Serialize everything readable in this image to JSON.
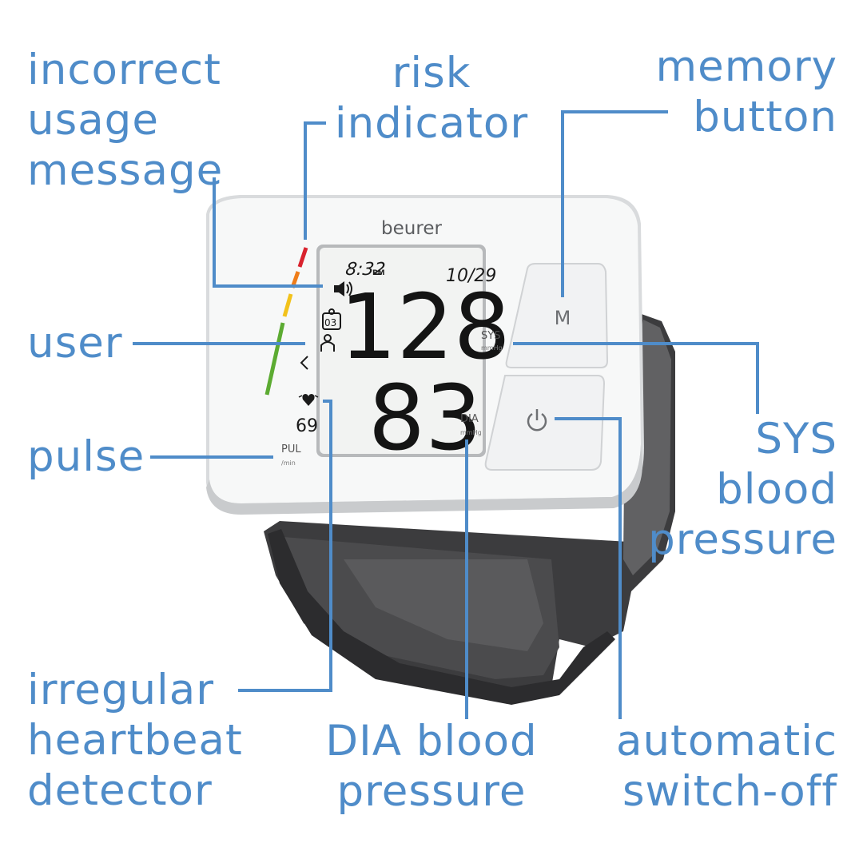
{
  "labels": {
    "incorrect_usage": [
      "incorrect",
      "usage",
      "message"
    ],
    "risk_indicator": [
      "risk",
      "indicator"
    ],
    "memory_button": [
      "memory",
      "button"
    ],
    "user": [
      "user"
    ],
    "pulse": [
      "pulse"
    ],
    "sys_blood_pressure": [
      "SYS",
      "blood",
      "pressure"
    ],
    "irregular_heartbeat": [
      "irregular",
      "heartbeat",
      "detector"
    ],
    "dia_blood_pressure": [
      "DIA blood",
      "pressure"
    ],
    "auto_switch_off": [
      "automatic",
      "switch-off"
    ]
  },
  "device": {
    "brand": "beurer",
    "am_pm": "PM",
    "time": "8:32",
    "date": "10/29",
    "systolic": "128",
    "diastolic": "83",
    "pulse": "69",
    "user_number": "03",
    "sys_label": "SYS",
    "sys_unit": "mmHg",
    "dia_label": "DIA",
    "dia_unit": "mmHg",
    "pul_label": "PUL",
    "pul_unit": "/min",
    "memory_button_label": "M"
  },
  "colors": {
    "label_blue": "#4f8cc9",
    "risk_red": "#d9232e",
    "risk_orange": "#ef7d1a",
    "risk_yellow": "#f2c21b",
    "risk_green": "#5cab32",
    "cuff": "#3c3c3e",
    "lcd": "#f2f3f2"
  },
  "icons": [
    "speaker-icon",
    "user-memory-icon",
    "person-icon",
    "heart-icon",
    "power-icon"
  ]
}
